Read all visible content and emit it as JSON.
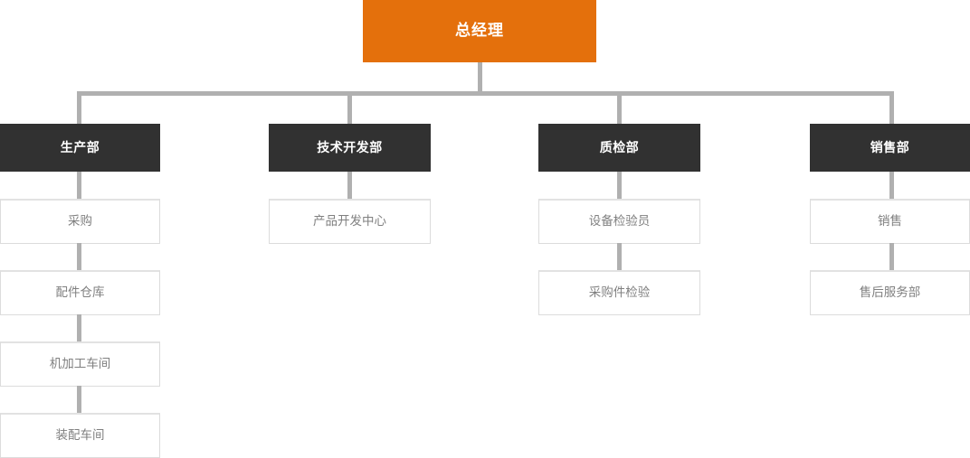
{
  "chart_title": "",
  "colors": {
    "root_bg": "#e4700c",
    "root_text": "#ffffff",
    "dept_bg": "#313131",
    "dept_text": "#ffffff",
    "unit_bg": "#ffffff",
    "unit_text": "#808080",
    "unit_border": "#dcdcdc",
    "connector": "#b0b0b0",
    "page_bg": "#ffffff"
  },
  "root": {
    "label": "总经理"
  },
  "departments": [
    {
      "label": "生产部",
      "children": [
        {
          "label": "采购"
        },
        {
          "label": "配件仓库"
        },
        {
          "label": "机加工车间"
        },
        {
          "label": "装配车间"
        }
      ]
    },
    {
      "label": "技术开发部",
      "children": [
        {
          "label": "产品开发中心"
        }
      ]
    },
    {
      "label": "质检部",
      "children": [
        {
          "label": "设备检验员"
        },
        {
          "label": "采购件检验"
        }
      ]
    },
    {
      "label": "销售部",
      "children": [
        {
          "label": "销售"
        },
        {
          "label": "售后服务部"
        }
      ]
    }
  ]
}
